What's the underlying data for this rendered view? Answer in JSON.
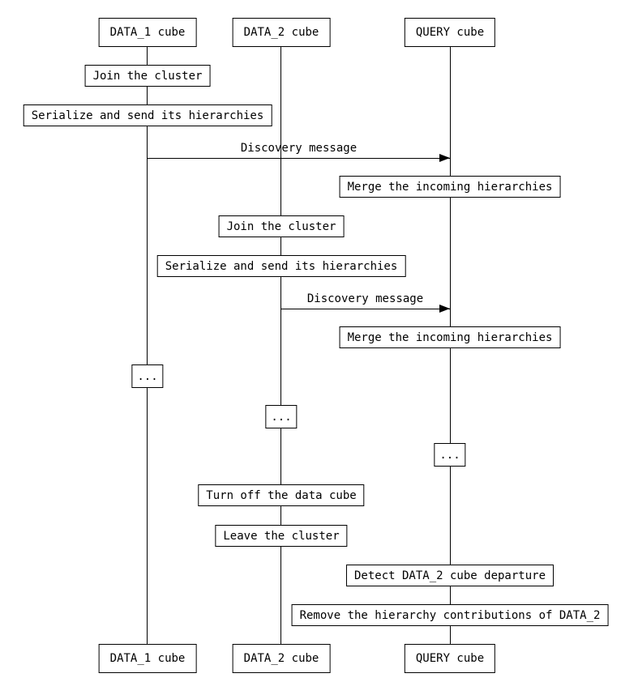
{
  "diagram": {
    "type": "sequence-diagram",
    "colors": {
      "line": "#000000",
      "background": "#ffffff",
      "text": "#000000"
    },
    "actors": [
      {
        "name": "DATA_1 cube"
      },
      {
        "name": "DATA_2 cube"
      },
      {
        "name": "QUERY cube"
      }
    ],
    "actions": [
      {
        "label": "Join the cluster",
        "actor": "DATA_1 cube"
      },
      {
        "label": "Serialize and send its hierarchies",
        "actor": "DATA_1 cube"
      },
      {
        "label": "Merge the incoming hierarchies",
        "actor": "QUERY cube"
      },
      {
        "label": "Join the cluster",
        "actor": "DATA_2 cube"
      },
      {
        "label": "Serialize and send its hierarchies",
        "actor": "DATA_2 cube"
      },
      {
        "label": "Merge the incoming hierarchies",
        "actor": "QUERY cube"
      },
      {
        "label": "...",
        "actor": "DATA_1 cube"
      },
      {
        "label": "...",
        "actor": "DATA_2 cube"
      },
      {
        "label": "...",
        "actor": "QUERY cube"
      },
      {
        "label": "Turn off the data cube",
        "actor": "DATA_2 cube"
      },
      {
        "label": "Leave the cluster",
        "actor": "DATA_2 cube"
      },
      {
        "label": "Detect DATA_2 cube departure",
        "actor": "QUERY cube"
      },
      {
        "label": "Remove the hierarchy contributions of DATA_2",
        "actor": "QUERY cube"
      }
    ],
    "messages": [
      {
        "label": "Discovery message",
        "from": "DATA_1 cube",
        "to": "QUERY cube"
      },
      {
        "label": "Discovery message",
        "from": "DATA_2 cube",
        "to": "QUERY cube"
      }
    ]
  }
}
